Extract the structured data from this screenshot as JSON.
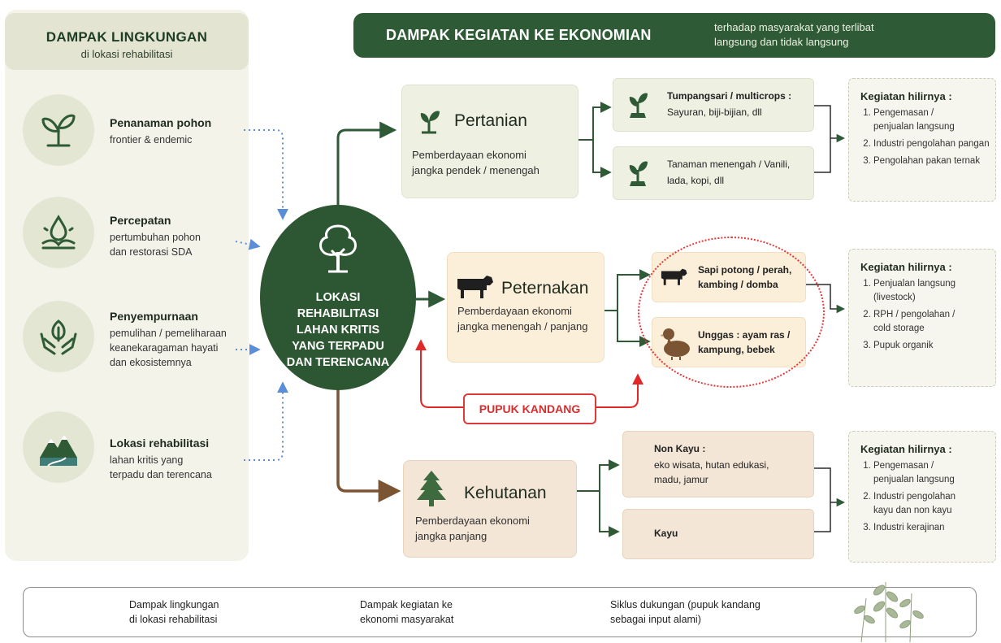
{
  "left_panel": {
    "title": "DAMPAK LINGKUNGAN",
    "subtitle": "di lokasi rehabilitasi",
    "items": [
      {
        "title": "Penanaman pohon",
        "desc": "frontier & endemic",
        "icon": "sprout-icon"
      },
      {
        "title": "Percepatan",
        "desc": "pertumbuhan pohon\ndan restorasi SDA",
        "icon": "water-drop-icon"
      },
      {
        "title": "Penyempurnaan",
        "desc": "pemulihan / pemeliharaan\nkeanekaragaman hayati\ndan ekosistemnya",
        "icon": "hands-leaf-icon"
      },
      {
        "title": "Lokasi rehabilitasi",
        "desc": "lahan kritis yang\nterpadu dan terencana",
        "icon": "mountain-river-icon"
      }
    ]
  },
  "header": {
    "title": "DAMPAK KEGIATAN KE EKONOMIAN",
    "subtitle": "terhadap masyarakat yang terlibat\nlangsung dan tidak langsung"
  },
  "hub": {
    "text": "LOKASI\nREHABILITASI\nLAHAN KRITIS\nYANG TERPADU\nDAN TERENCANA",
    "icon": "tree-icon"
  },
  "sectors": {
    "pertanian": {
      "title": "Pertanian",
      "desc": "Pemberdayaan ekonomi\njangka pendek / menengah",
      "icon": "plant-icon",
      "subs": [
        {
          "title": "Tumpangsari / multicrops :",
          "desc": "Sayuran, biji-bijian, dll",
          "icon": "seedling-icon"
        },
        {
          "title": "Tanaman menengah / Vanili,",
          "desc": "lada, kopi, dll",
          "icon": "seedling-icon"
        }
      ],
      "downstream": {
        "title": "Kegiatan hilirnya :",
        "items": [
          "Pengemasan /\npenjualan langsung",
          "Industri pengolahan pangan",
          "Pengolahan pakan ternak"
        ]
      }
    },
    "peternakan": {
      "title": "Peternakan",
      "desc": "Pemberdayaan ekonomi\njangka menengah / panjang",
      "icon": "cow-icon",
      "subs": [
        {
          "title": "Sapi potong / perah,\nkambing / domba",
          "icon": "cow-icon"
        },
        {
          "title": "Unggas : ayam ras /\nkampung, bebek",
          "icon": "duck-icon"
        }
      ],
      "downstream": {
        "title": "Kegiatan hilirnya :",
        "items": [
          "Penjualan langsung\n(livestock)",
          "RPH / pengolahan /\ncold storage",
          "Pupuk organik"
        ]
      }
    },
    "kehutanan": {
      "title": "Kehutanan",
      "desc": "Pemberdayaan ekonomi\njangka panjang",
      "icon": "pine-tree-icon",
      "subs": [
        {
          "title": "Non Kayu :",
          "desc": "eko wisata, hutan edukasi,\nmadu, jamur"
        },
        {
          "title": "Kayu"
        }
      ],
      "downstream": {
        "title": "Kegiatan hilirnya :",
        "items": [
          "Pengemasan /\npenjualan langsung",
          "Industri pengolahan\nkayu dan non kayu",
          "Industri kerajinan"
        ]
      }
    }
  },
  "pupuk_label": "PUPUK KANDANG",
  "legend": [
    {
      "text": "Dampak lingkungan\ndi lokasi rehabilitasi",
      "style": "dotted-blue-arrow",
      "color": "#5b8ed6"
    },
    {
      "text": "Dampak kegiatan ke\nekonomi masyarakat",
      "style": "solid-green-arrow",
      "color": "#2e5a35"
    },
    {
      "text": "Siklus dukungan (pupuk kandang\nsebagai input alami)",
      "style": "solid-red-arrow",
      "color": "#e02828"
    }
  ],
  "colors": {
    "dark_green": "#2e5a35",
    "hub_green": "#2d5632",
    "brown": "#7b5533",
    "red": "#e02828",
    "blue_dotted": "#5b8ed6"
  }
}
